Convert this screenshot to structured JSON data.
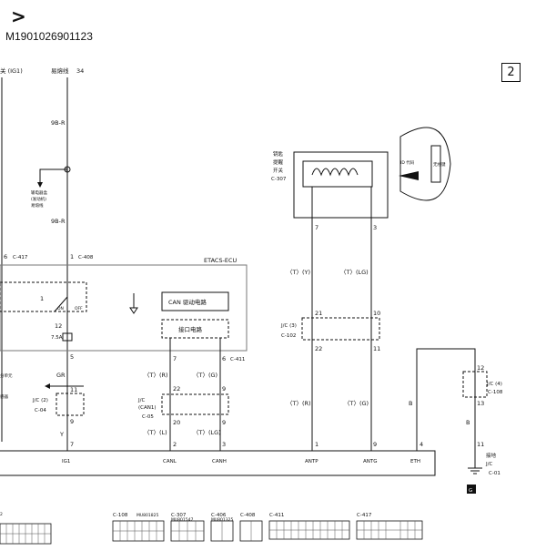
{
  "header": {
    "arrow": ">",
    "diagram_id": "M1901026901123",
    "page_number": "2"
  },
  "top_labels": {
    "ig1_switch": "关 (IG1)",
    "fuse_line": "易熔线",
    "fuse_line_no": "34"
  },
  "wires": {
    "w_9br_top": "9B-R",
    "w_9br_bot": "9B-R",
    "gr": "GR",
    "y": "Y",
    "canl_r_top": "〈T〉(R)",
    "canh_g_top": "〈T〉(G)",
    "canl_l": "〈T〉(L)",
    "canh_lg": "〈T〉(LG)",
    "antp_y": "〈T〉(Y)",
    "antg_lg": "〈T〉(LG)",
    "antp_r": "〈T〉(R)",
    "antg_g": "〈T〉(G)",
    "b1": "B",
    "b2": "B"
  },
  "pins": {
    "p6": "6",
    "p1": "1",
    "p5": "5",
    "p11": "11",
    "p9": "9",
    "p7": "7",
    "p7b": "7",
    "p6b": "6",
    "p22": "22",
    "p9b": "9",
    "p20": "20",
    "p9c": "9",
    "p2": "2",
    "p3": "3",
    "p7c": "7",
    "p3b": "3",
    "p21": "21",
    "p10": "10",
    "p22b": "22",
    "p11b": "11",
    "p1b": "1",
    "p9d": "9",
    "p4": "4",
    "p12": "12",
    "p13": "13",
    "p11c": "11",
    "p1c": "1"
  },
  "connectors": {
    "c417": "C-417",
    "c408": "C-408",
    "c411": "C-411",
    "c04": "C-04",
    "c05": "C-05",
    "c102": "C-102",
    "c307": "C-307",
    "c108": "C-108",
    "c01": "C-01"
  },
  "ecu": {
    "title": "ETACS-ECU",
    "can_drive": "CAN 驱动电路",
    "interface": "接口电路",
    "relay_on": "ON",
    "relay_off": "OFF",
    "splice_1": "1",
    "fuse_no": "12",
    "fuse_rating": "7.5A"
  },
  "junctions": {
    "jc2_label": "J/C (2)",
    "jc_can1_a": "J/C",
    "jc_can1_b": "(CAN1)",
    "jc3_label": "J/C (3)",
    "jc4_label": "J/C (4)",
    "ground_jc_a": "接地",
    "ground_jc_b": "J/C",
    "ground_symbol": "G"
  },
  "key_switch": {
    "label_l1": "钥匙",
    "label_l2": "提醒",
    "label_l3": "开关",
    "id_label": "ID 代码",
    "key_text": "无线键"
  },
  "side_notes": {
    "branch_l1": "输电器盒",
    "branch_l2": "(发动机)",
    "branch_l3": "易熔线",
    "left_l1": "分单元",
    "left_l2": "感器"
  },
  "terminals": {
    "ig1": "IG1",
    "canl": "CANL",
    "canh": "CANH",
    "antp": "ANTP",
    "antg": "ANTG",
    "eth": "ETH"
  },
  "legend": {
    "l_c108": "C-108",
    "l_c108_sub": "MU801825",
    "l_c307": "C-307",
    "l_c307_sub": "MU801547",
    "l_c406": "C-406",
    "l_c406_sub": "MU801325",
    "l_c408": "C-408",
    "l_c411": "C-411",
    "l_c417": "C-417",
    "left_partial": "2"
  },
  "colors": {
    "line": "#111111",
    "box": "#777777",
    "paper": "#ffffff"
  }
}
